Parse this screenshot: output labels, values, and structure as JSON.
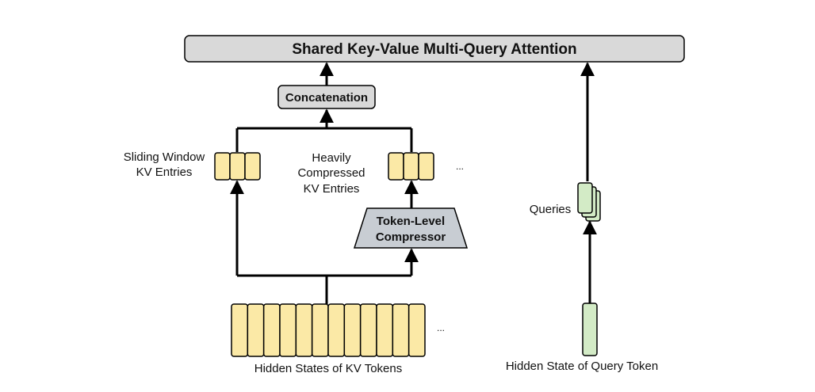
{
  "title": "Shared Key-Value Multi-Query Attention",
  "concat_label": "Concatenation",
  "sliding_label": [
    "Sliding Window",
    "KV Entries"
  ],
  "compressed_label": [
    "Heavily",
    "Compressed",
    "KV Entries"
  ],
  "compressor_label": [
    "Token-Level",
    "Compressor"
  ],
  "queries_label": "Queries",
  "hidden_kv_label": "Hidden States of KV Tokens",
  "hidden_query_label": "Hidden State of Query Token",
  "ellipsis": "...",
  "colors": {
    "token_fill": "#fbe9a6",
    "query_fill": "#d3ebc6",
    "box_fill": "#d9d9d9",
    "stroke": "#000000"
  },
  "counts": {
    "hidden_kv_tokens": 12,
    "sliding_window_entries": 3,
    "compressed_entries": 3,
    "query_stack": 3
  }
}
